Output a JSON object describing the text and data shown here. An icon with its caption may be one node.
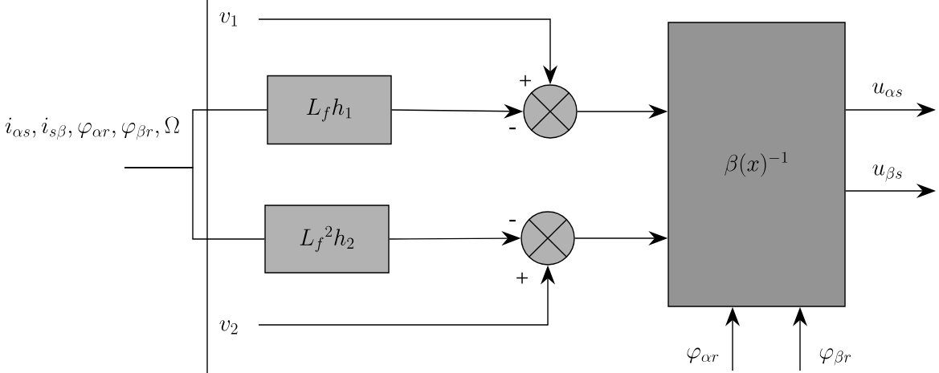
{
  "diagram": {
    "nodes": [
      {
        "text": [
          "L_f h_1"
        ]
      },
      {
        "text": [
          "L_f{}^2 h_2"
        ]
      },
      {
        "text": [],
        "shape": "circle"
      },
      {
        "text": [],
        "shape": "circle"
      },
      {
        "text": [
          "\\beta(x)^{-1}"
        ]
      }
    ],
    "edges": [
      {
        "from": null,
        "to": 0,
        "arrow": "none",
        "label": "i_{\\alpha s}, i_{s\\beta}, \\varphi_{\\alpha r}, \\varphi_{\\beta r}, \\Omega"
      },
      {
        "from": null,
        "to": 1,
        "arrow": "none"
      },
      {
        "from": 0,
        "to": 2,
        "arrow": "to"
      },
      {
        "from": 1,
        "to": 3,
        "arrow": "to"
      },
      {
        "from": null,
        "to": 2,
        "arrow": "to",
        "label": "v_1"
      },
      {
        "from": null,
        "to": 3,
        "arrow": "to",
        "label": "v_2"
      },
      {
        "from": 2,
        "to": 4,
        "arrow": "to"
      },
      {
        "from": 3,
        "to": 4,
        "arrow": "to"
      },
      {
        "from": 4,
        "to": null,
        "arrow": "to",
        "label": "u_{\\alpha s}"
      },
      {
        "from": 4,
        "to": null,
        "arrow": "to",
        "label": "u_{\\beta s}"
      },
      {
        "from": null,
        "to": 4,
        "arrow": "to",
        "label": "\\varphi_{\\alpha r}"
      },
      {
        "from": null,
        "to": 4,
        "arrow": "to",
        "label": "\\varphi_{\\beta r}"
      }
    ],
    "labels": [
      "+",
      "-",
      "-",
      "+"
    ]
  }
}
